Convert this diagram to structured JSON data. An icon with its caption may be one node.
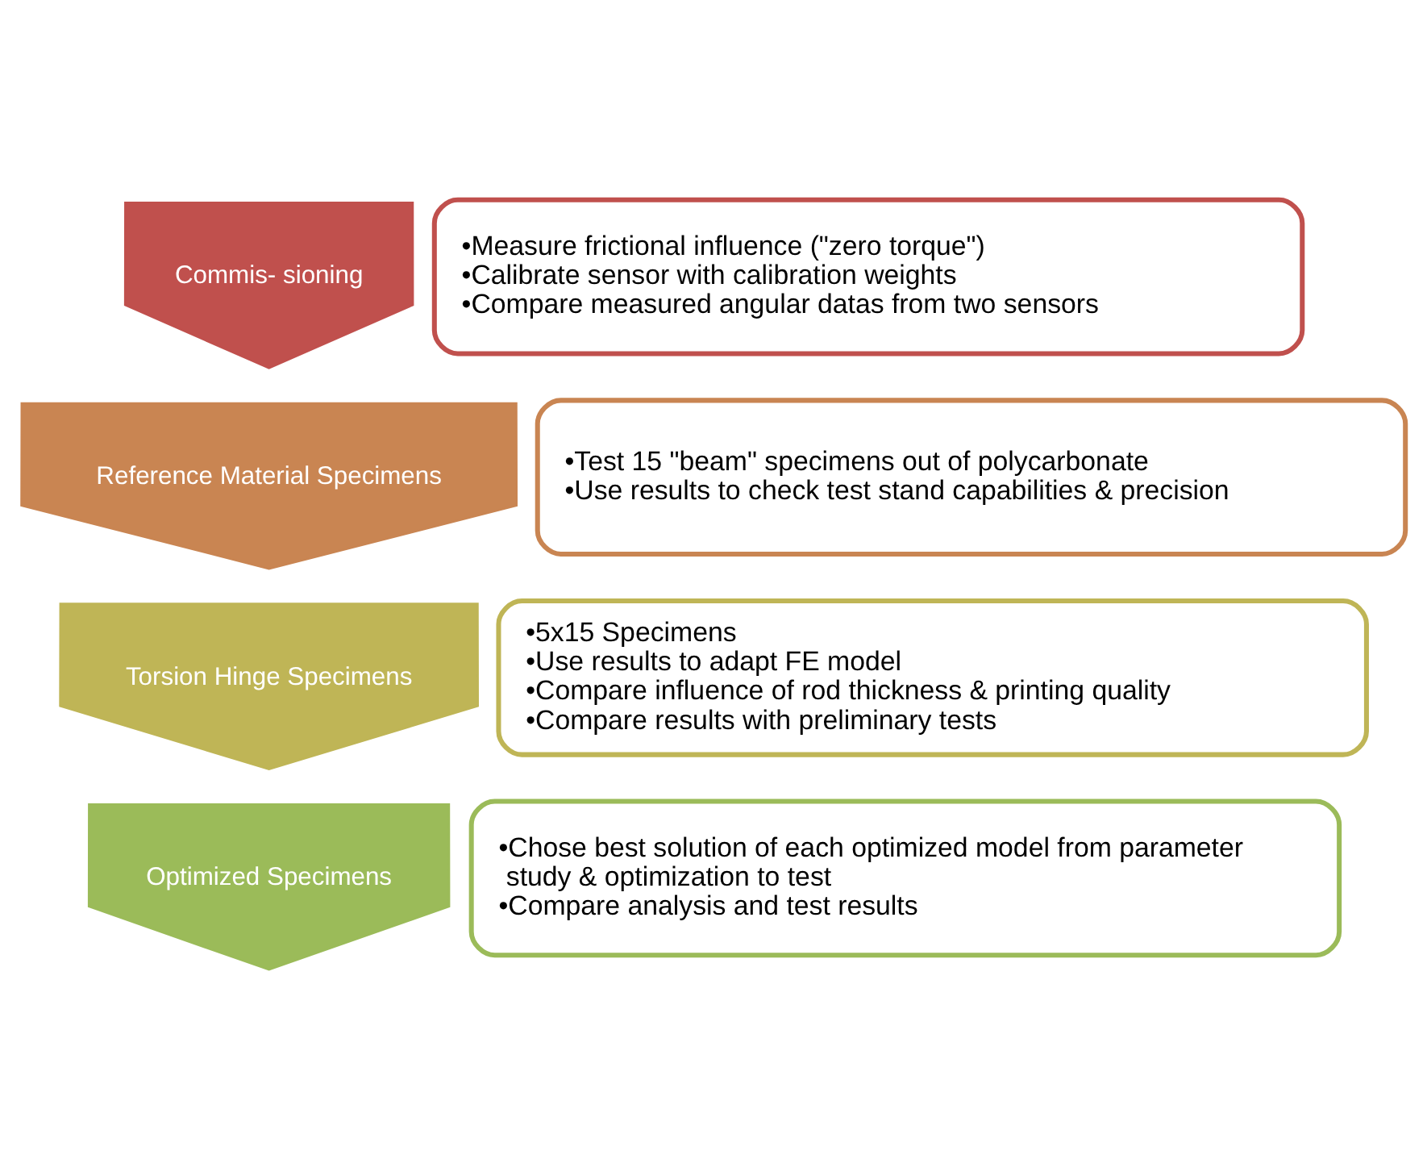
{
  "diagram": {
    "nodes": [
      {
        "text": [
          "Commis- sioning"
        ]
      },
      {
        "text": [
          "•Measure frictional influence (\"zero torque\")",
          "•Calibrate sensor with calibration weights",
          "•Compare measured angular datas from two sensors"
        ]
      },
      {
        "text": [
          "Reference Material Specimens"
        ]
      },
      {
        "text": [
          "•Test 15 \"beam\" specimens out of polycarbonate",
          "•Use results to check test stand capabilities & precision"
        ]
      },
      {
        "text": [
          "Torsion Hinge Specimens"
        ]
      },
      {
        "text": [
          "•5x15 Specimens",
          "•Use results to adapt FE model",
          "•Compare influence of rod thickness & printing quality",
          "•Compare results with preliminary tests"
        ]
      },
      {
        "text": [
          "Optimized Specimens"
        ]
      },
      {
        "text": [
          "•Chose best solution of each optimized model from parameter study & optimization to test",
          "•Compare analysis and test results"
        ]
      }
    ],
    "edges": []
  }
}
